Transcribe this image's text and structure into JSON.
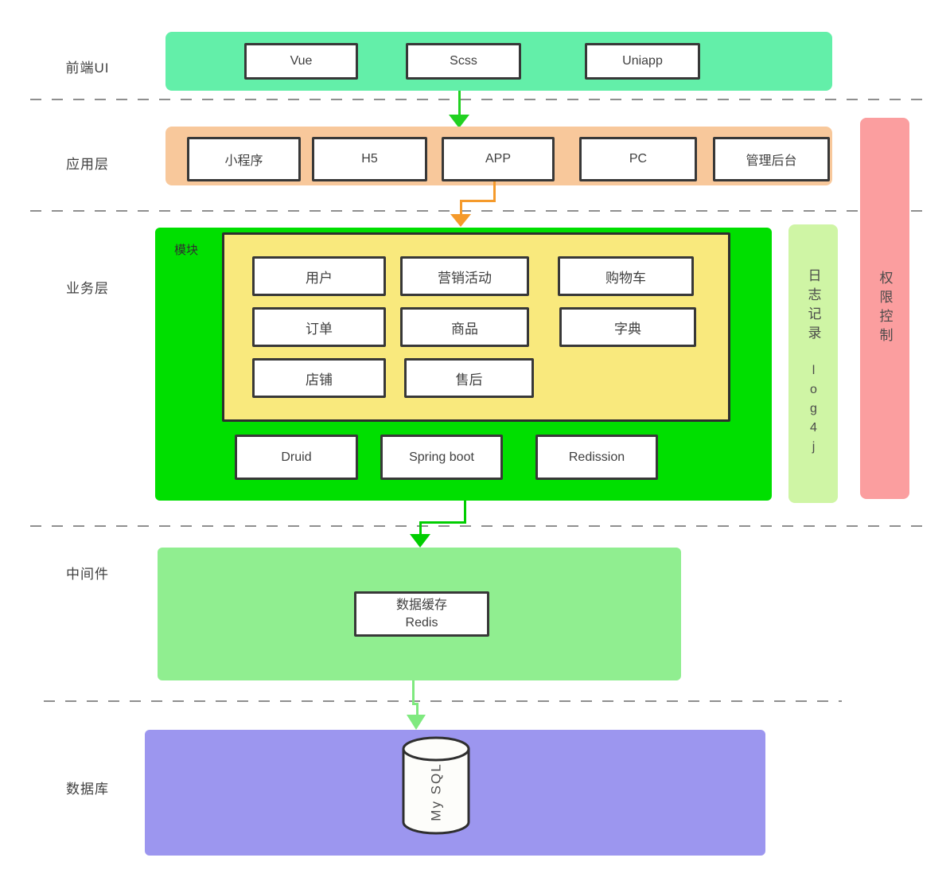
{
  "layers": {
    "frontend": {
      "label": "前端UI",
      "items": [
        "Vue",
        "Scss",
        "Uniapp"
      ]
    },
    "application": {
      "label": "应用层",
      "items": [
        "小程序",
        "H5",
        "APP",
        "PC",
        "管理后台"
      ]
    },
    "business": {
      "label": "业务层",
      "module_group_label": "模块",
      "modules": [
        "用户",
        "营销活动",
        "购物车",
        "订单",
        "商品",
        "字典",
        "店铺",
        "售后"
      ],
      "frameworks": [
        "Druid",
        "Spring boot",
        "Redission"
      ]
    },
    "middleware": {
      "label": "中间件",
      "cache_line1": "数据缓存",
      "cache_line2": "Redis"
    },
    "database": {
      "label": "数据库",
      "db_name": "My SQL"
    }
  },
  "sidebars": {
    "logging": {
      "title": "日志记录",
      "subtitle": "log4j"
    },
    "permission": {
      "title": "权限控制"
    }
  },
  "colors": {
    "frontend_band": "#63efa9",
    "application_band": "#f8c89b",
    "business_band": "#00df00",
    "module_panel": "#f9e97d",
    "middleware_band": "#90ee90",
    "database_band": "#9c96ef",
    "logging_band": "#cff5a5",
    "permission_band": "#fb9e9f",
    "arrow_green": "#21d121",
    "arrow_orange": "#f59a2b",
    "arrow_light_green": "#7fe97f",
    "box_border": "#383838",
    "dashed_line": "#8f8f8f"
  }
}
